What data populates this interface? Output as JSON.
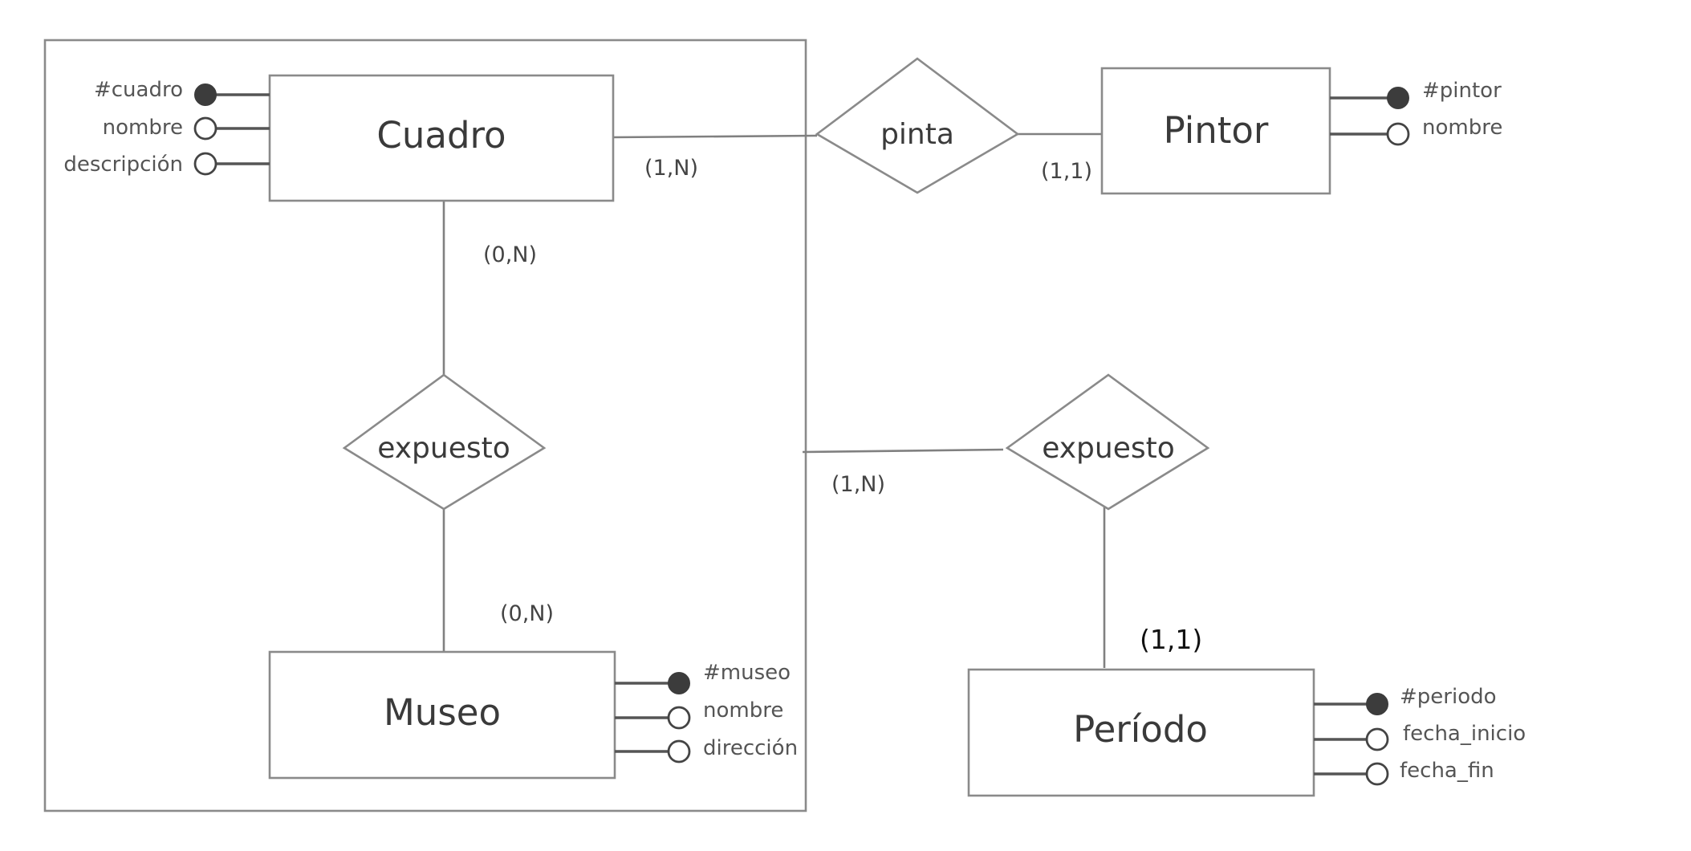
{
  "entities": {
    "cuadro": {
      "name": "Cuadro",
      "attributes": [
        {
          "label": "#cuadro",
          "key": true
        },
        {
          "label": "nombre",
          "key": false
        },
        {
          "label": "descripción",
          "key": false
        }
      ]
    },
    "pintor": {
      "name": "Pintor",
      "attributes": [
        {
          "label": "#pintor",
          "key": true
        },
        {
          "label": "nombre",
          "key": false
        }
      ]
    },
    "museo": {
      "name": "Museo",
      "attributes": [
        {
          "label": "#museo",
          "key": true
        },
        {
          "label": "nombre",
          "key": false
        },
        {
          "label": "dirección",
          "key": false
        }
      ]
    },
    "periodo": {
      "name": "Período",
      "attributes": [
        {
          "label": "#periodo",
          "key": true
        },
        {
          "label": "fecha_inicio",
          "key": false
        },
        {
          "label": "fecha_fin",
          "key": false
        }
      ]
    }
  },
  "relationships": {
    "pinta": {
      "name": "pinta",
      "cardinality_cuadro": "(1,N)",
      "cardinality_pintor": "(1,1)"
    },
    "expuesto_museo": {
      "name": "expuesto",
      "cardinality_cuadro": "(0,N)",
      "cardinality_museo": "(0,N)"
    },
    "expuesto_periodo": {
      "name": "expuesto",
      "cardinality_aggregation": "(1,N)",
      "cardinality_periodo": "(1,1)"
    }
  }
}
